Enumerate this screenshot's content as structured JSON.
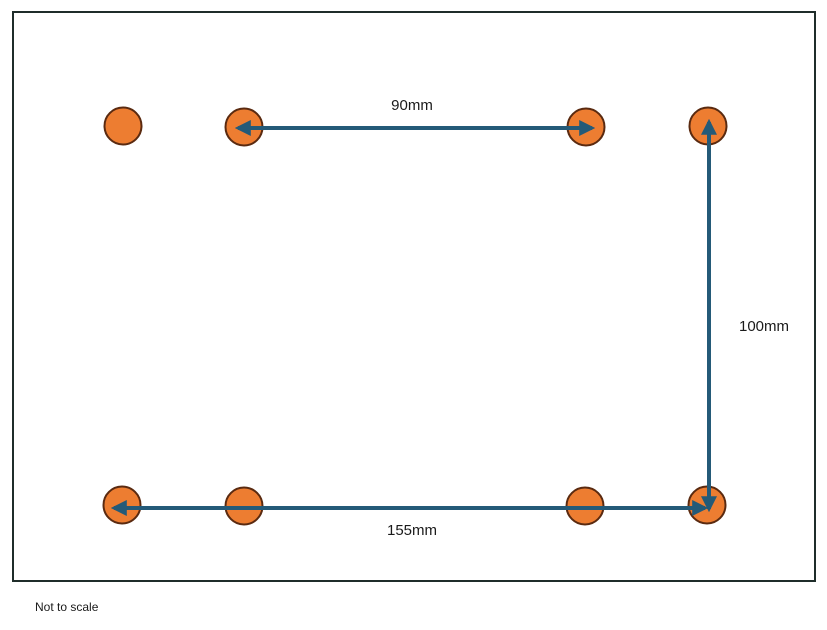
{
  "colors": {
    "hole_fill": "#ed7d31",
    "hole_stroke": "#5a2a10",
    "arrow": "#245a78",
    "frame": "#1f2d2a"
  },
  "holes": {
    "top_row": [
      "hole",
      "hole",
      "hole",
      "hole"
    ],
    "bottom_row": [
      "hole",
      "hole",
      "hole",
      "hole"
    ]
  },
  "dimensions": {
    "top_gap": {
      "label": "90mm"
    },
    "right_side": {
      "label": "100mm"
    },
    "bottom_span": {
      "label": "155mm"
    }
  },
  "note": "Not to scale"
}
